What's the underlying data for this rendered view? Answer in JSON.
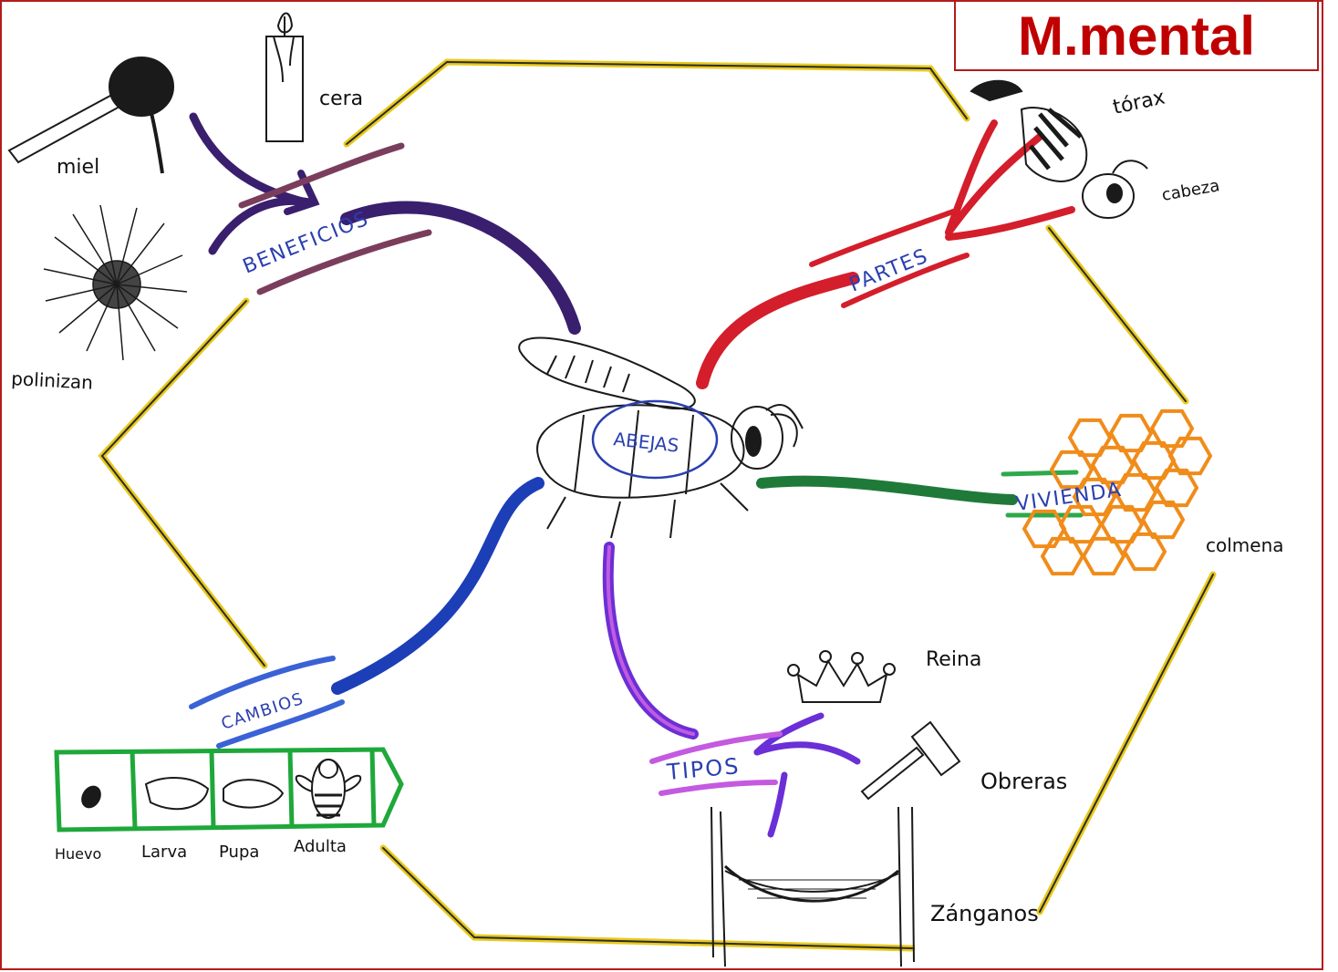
{
  "title": "M.mental",
  "center": "ABEJAS",
  "branches": {
    "beneficios": {
      "label": "BENEFICIOS",
      "color": "#3a1f6e",
      "items": [
        "miel",
        "cera",
        "polinizan"
      ]
    },
    "partes": {
      "label": "PARTES",
      "color": "#d41e2b",
      "items": [
        "tórax",
        "cabeza"
      ]
    },
    "vivienda": {
      "label": "VIVIENDA",
      "color": "#1f7a3a",
      "items": [
        "colmena"
      ]
    },
    "tipos": {
      "label": "TIPOS",
      "color": "#b23ad6",
      "items": [
        "Reina",
        "Obreras",
        "Zánganos"
      ]
    },
    "cambios": {
      "label": "CAMBIOS",
      "color": "#1c3fb8",
      "items": [
        "Huevo",
        "Larva",
        "Pupa",
        "Adulta"
      ]
    }
  },
  "colors": {
    "hexagon": "#e8c91c",
    "frame": "#b31b1b",
    "title": "#c00000",
    "ink": "#111111",
    "label_ink": "#2a3fb0",
    "honeycomb": "#f08c1a",
    "lifecycle_box": "#1fa83a"
  }
}
